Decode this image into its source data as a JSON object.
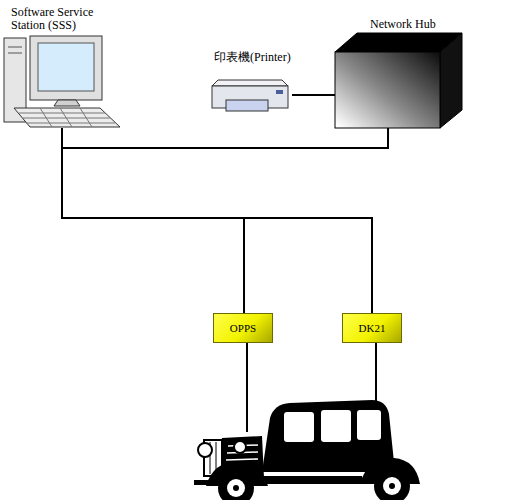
{
  "diagram": {
    "nodes": [
      {
        "text": [
          "Software Service Station (SSS)"
        ]
      },
      {
        "text": [
          "印表機(Printer)"
        ]
      },
      {
        "text": [
          "Network Hub"
        ]
      },
      {
        "text": [
          "OPPS"
        ]
      },
      {
        "text": [
          "DK21"
        ]
      }
    ],
    "edges": [
      {
        "from": 0,
        "to": 2,
        "arrow": "none"
      },
      {
        "from": 1,
        "to": 2,
        "arrow": "none"
      },
      {
        "from": 0,
        "to": 3,
        "arrow": "none"
      },
      {
        "from": 0,
        "to": 4,
        "arrow": "none"
      }
    ]
  }
}
